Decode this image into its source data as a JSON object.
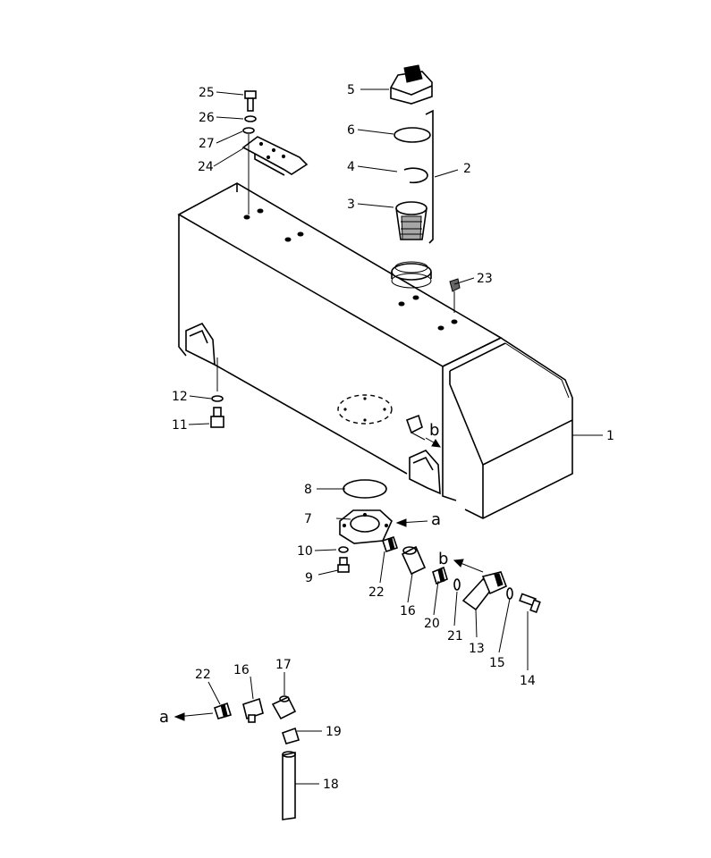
{
  "diagram": {
    "callouts": [
      "1",
      "2",
      "3",
      "4",
      "5",
      "6",
      "7",
      "8",
      "9",
      "10",
      "11",
      "12",
      "13",
      "14",
      "15",
      "16",
      "16",
      "17",
      "18",
      "19",
      "20",
      "21",
      "22",
      "22",
      "23",
      "24",
      "25",
      "26",
      "27"
    ],
    "refs": {
      "a": "a",
      "b": "b"
    }
  }
}
